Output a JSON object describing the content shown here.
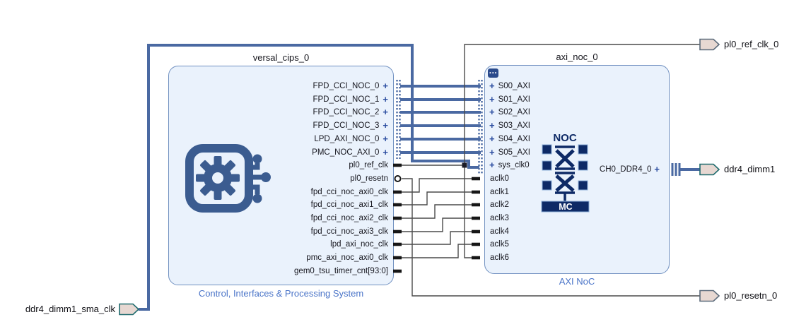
{
  "ui": {
    "plus": "+",
    "badge_dots": "..."
  },
  "blocks": {
    "versal_cips": {
      "instance_name": "versal_cips_0",
      "type_label": "Control, Interfaces & Processing System",
      "interface_ports": [
        "FPD_CCI_NOC_0",
        "FPD_CCI_NOC_1",
        "FPD_CCI_NOC_2",
        "FPD_CCI_NOC_3",
        "LPD_AXI_NOC_0",
        "PMC_NOC_AXI_0"
      ],
      "pins": [
        "pl0_ref_clk",
        "pl0_resetn",
        "fpd_cci_noc_axi0_clk",
        "fpd_cci_noc_axi1_clk",
        "fpd_cci_noc_axi2_clk",
        "fpd_cci_noc_axi3_clk",
        "lpd_axi_noc_clk",
        "pmc_axi_noc_axi0_clk",
        "gem0_tsu_timer_cnt[93:0]"
      ]
    },
    "axi_noc": {
      "instance_name": "axi_noc_0",
      "type_label": "AXI NoC",
      "interface_ports": [
        "S00_AXI",
        "S01_AXI",
        "S02_AXI",
        "S03_AXI",
        "S04_AXI",
        "S05_AXI",
        "sys_clk0"
      ],
      "pins": [
        "aclk0",
        "aclk1",
        "aclk2",
        "aclk3",
        "aclk4",
        "aclk5",
        "aclk6"
      ],
      "output_interface": "CH0_DDR4_0",
      "icon": {
        "title": "NOC",
        "mc": "MC"
      }
    }
  },
  "external_ports": {
    "pl0_ref_clk_0": {
      "label": "pl0_ref_clk_0"
    },
    "ddr4_dimm1": {
      "label": "ddr4_dimm1"
    },
    "pl0_resetn_0": {
      "label": "pl0_resetn_0"
    },
    "ddr4_dimm1_sma_clk": {
      "label": "ddr4_dimm1_sma_clk"
    }
  },
  "colors": {
    "interface_net": "#4a69a2",
    "signal_net": "#4a4a4a",
    "block_fill": "#eaf2fc",
    "block_border": "#7090c0",
    "subtitle_blue": "#4a74c8",
    "port_fill": "#e7d8d2",
    "port_border_interface": "#1f6b6e",
    "port_border_signal": "#5b6b7b",
    "icon_navy": "#0e2a66",
    "cips_icon_blue": "#3b5c90"
  }
}
